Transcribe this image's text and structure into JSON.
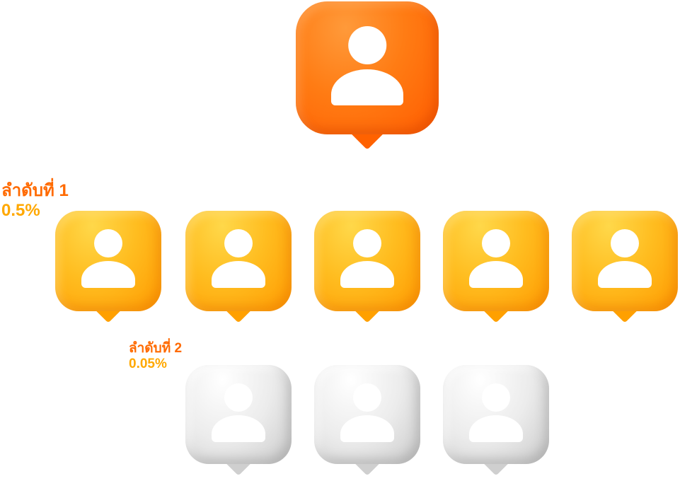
{
  "levels": [
    {
      "label": "",
      "percent": "",
      "count": 1,
      "color": "orange"
    },
    {
      "label": "ลำดับที่ 1",
      "percent": "0.5%",
      "count": 5,
      "color": "gold"
    },
    {
      "label": "ลำดับที่ 2",
      "percent": "0.05%",
      "count": 3,
      "color": "silver"
    }
  ],
  "colors": {
    "top": "#ff6a00",
    "level1": "#ffb000",
    "level2": "#d8d8d8",
    "rank_text": "#ff6a00",
    "percent_text": "#ffa800"
  },
  "icon": "user-icon"
}
